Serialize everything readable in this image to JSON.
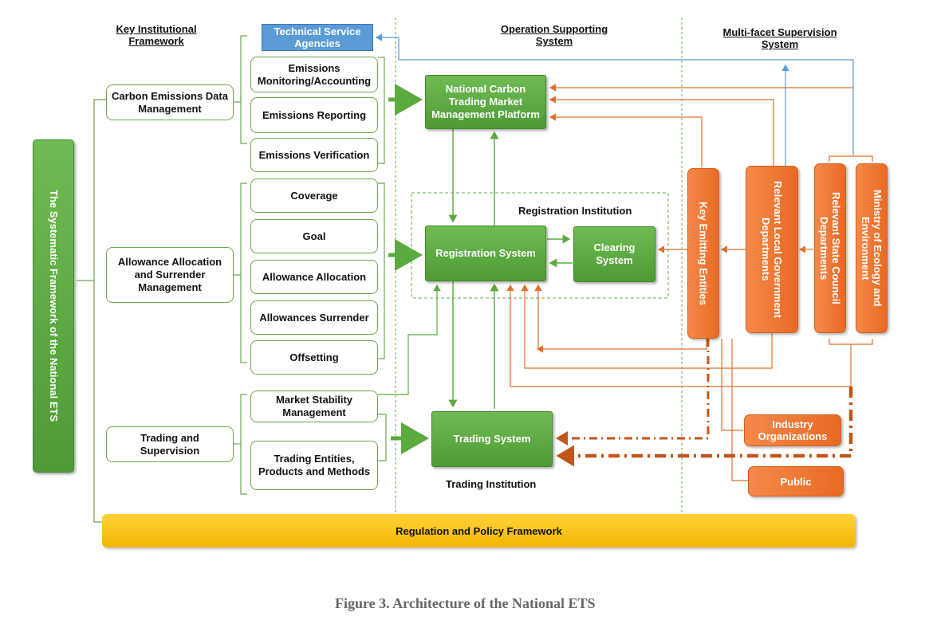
{
  "headers": {
    "key_framework": "Key Institutional Framework",
    "operation_support": "Operation Supporting System",
    "supervision": "Multi-facet Supervision System"
  },
  "left_pillar": "The Systematic Framework of the National ETS",
  "categories": {
    "carbon_data": "Carbon Emissions Data Management",
    "allowance": "Allowance Allocation and Surrender Management",
    "trading": "Trading and Supervision"
  },
  "items": {
    "technical_agencies": "Technical Service Agencies",
    "monitoring": "Emissions Monitoring/Accounting",
    "reporting": "Emissions Reporting",
    "verification": "Emissions Verification",
    "coverage": "Coverage",
    "goal": "Goal",
    "allocation": "Allowance Allocation",
    "surrender": "Allowances Surrender",
    "offsetting": "Offsetting",
    "market_stability": "Market Stability Management",
    "trading_entities": "Trading Entities, Products and Methods"
  },
  "systems": {
    "platform": "National Carbon Trading Market Management Platform",
    "registration_institution": "Registration Institution",
    "registration_system": "Registration System",
    "clearing_system": "Clearing System",
    "trading_system": "Trading System",
    "trading_institution": "Trading Institution"
  },
  "supervisors": {
    "key_emitting": "Key Emitting Entities",
    "local_gov": "Relevant Local Government Departments",
    "state_council": "Relevant State Council Departments",
    "ministry": "Ministry of Ecology and Environment",
    "industry_orgs": "Industry Organizations",
    "public": "Public"
  },
  "regulation_bar": "Regulation and Policy Framework",
  "caption": "Figure 3. Architecture of the National ETS",
  "colors": {
    "green": "#5aaa3f",
    "orange": "#ee7530",
    "blue": "#5b9bd5",
    "yellow": "#f8c619",
    "dark_orange_arrow": "#c0561a"
  }
}
